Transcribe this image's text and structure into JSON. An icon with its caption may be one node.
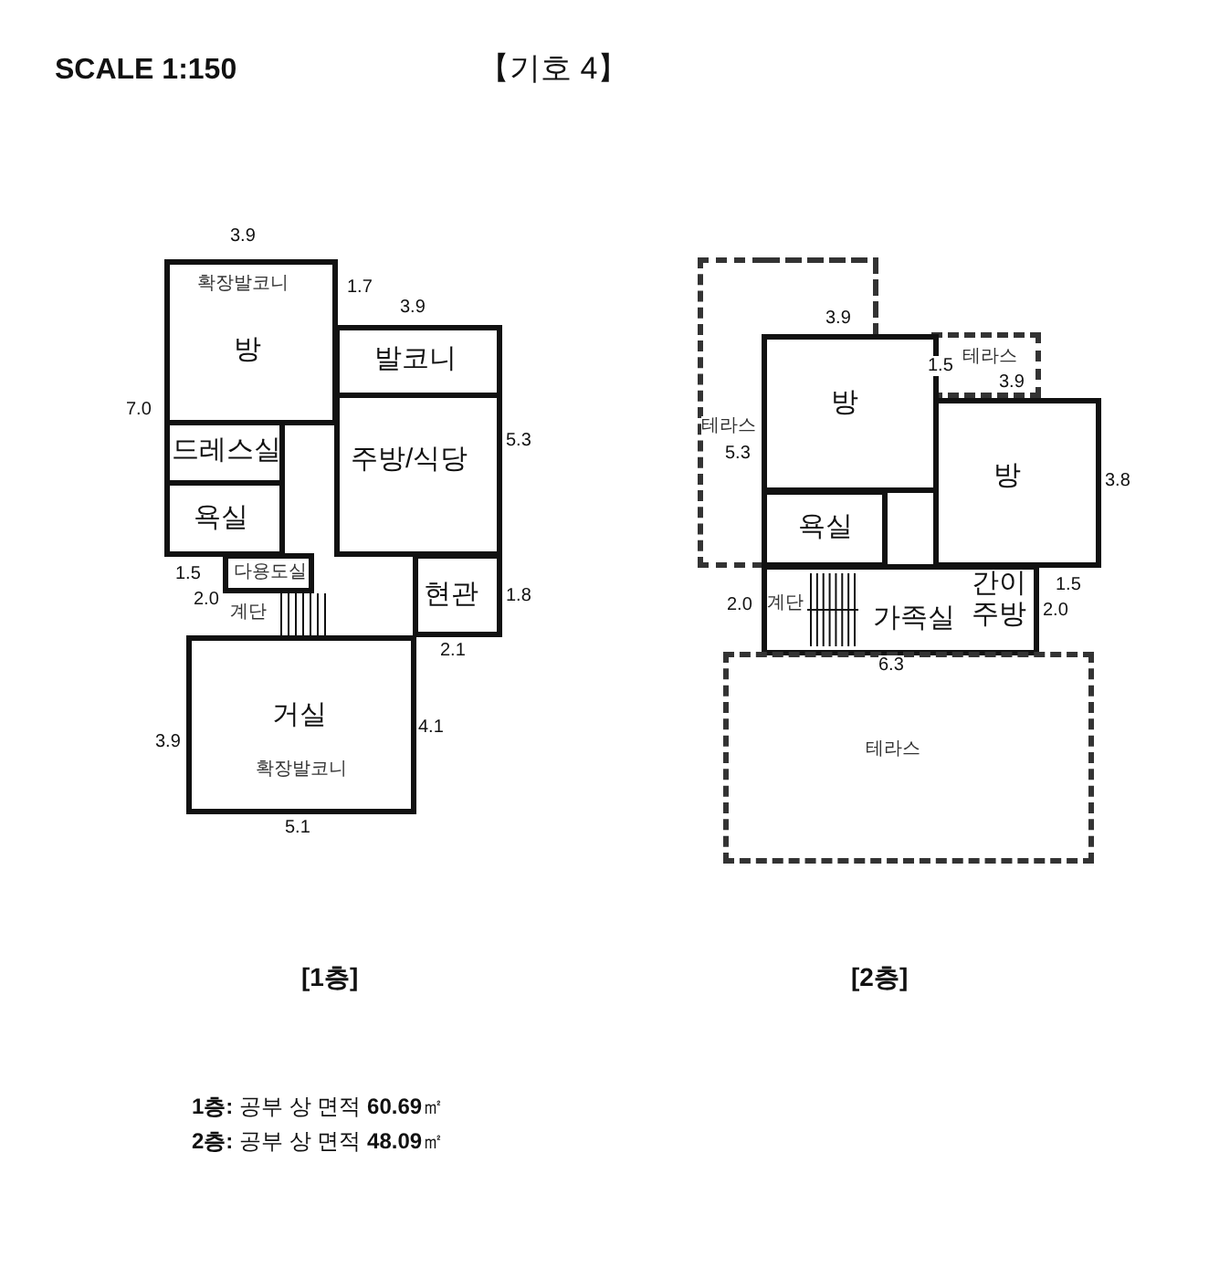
{
  "diagram": {
    "title": "【기호 4】",
    "nodes": [
      {
        "text": [
          "확장발코니",
          "방"
        ]
      },
      {
        "text": [
          "발코니"
        ]
      },
      {
        "text": [
          "드레스실"
        ]
      },
      {
        "text": [
          "욕실"
        ]
      },
      {
        "text": [
          "주방/식당"
        ]
      },
      {
        "text": [
          "다용도실"
        ]
      },
      {
        "text": [
          "계단"
        ]
      },
      {
        "text": [
          "현관"
        ]
      },
      {
        "text": [
          "거실",
          "확장발코니"
        ]
      },
      {
        "text": [
          "테라스"
        ]
      },
      {
        "text": [
          "테라스"
        ]
      },
      {
        "text": [
          "방"
        ]
      },
      {
        "text": [
          "방"
        ]
      },
      {
        "text": [
          "욕실"
        ]
      },
      {
        "text": [
          "가족실",
          "간이 주방"
        ]
      },
      {
        "text": [
          "계단"
        ],
        "in": 14
      },
      {
        "text": [
          "테라스"
        ]
      }
    ],
    "labels": [
      "SCALE 1:150",
      "3.9",
      "1.7",
      "3.9",
      "7.0",
      "5.3",
      "1.5",
      "2.0",
      "1.8",
      "2.1",
      "3.9",
      "4.1",
      "5.1",
      "3.9",
      "1.5",
      "3.9",
      "5.3",
      "3.8",
      "1.5",
      "2.0",
      "2.0",
      "6.3",
      "[1층]",
      "[2층]",
      "**1층:** 공부 상 면적 **60.69**㎡",
      "**2층:** 공부 상 면적 **48.09**㎡"
    ]
  }
}
